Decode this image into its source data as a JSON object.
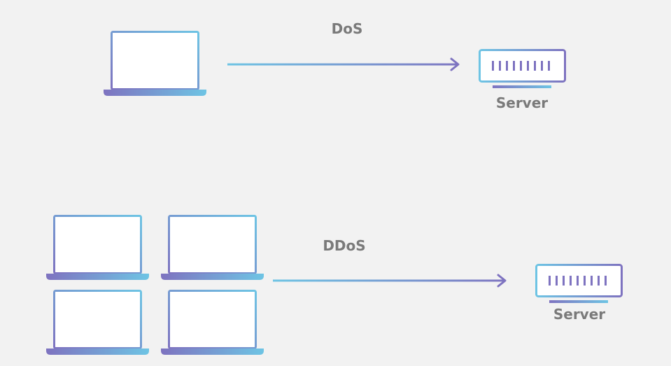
{
  "dos": {
    "label": "DoS",
    "server_label": "Server"
  },
  "ddos": {
    "label": "DDoS",
    "server_label": "Server"
  },
  "colors": {
    "background": "#f2f2f2",
    "gradient_purple": "#7e73c0",
    "gradient_blue": "#6ec4e4",
    "label_gray": "#7a7a7a",
    "screen_fill": "#ffffff"
  },
  "icons": [
    "laptop-icon",
    "arrow-icon",
    "server-icon"
  ]
}
